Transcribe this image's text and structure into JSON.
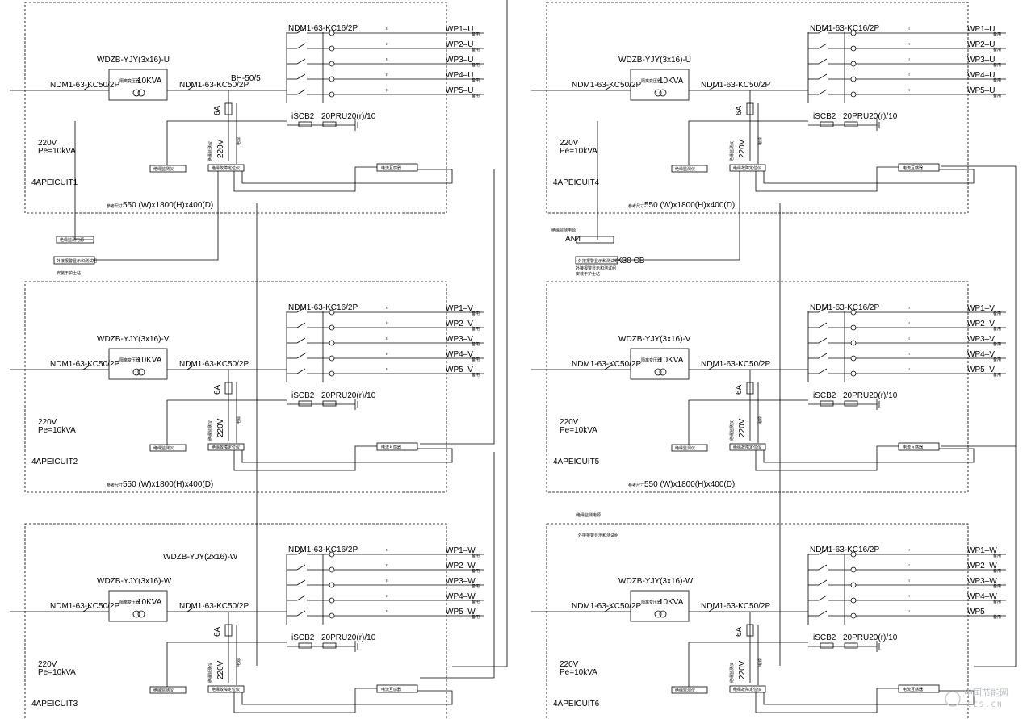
{
  "panels": [
    {
      "id": "p1",
      "panel_name": "4APEICUIT1",
      "cable": "WDZB-YJY(3x16)-U",
      "cable2": "",
      "phase": "U",
      "incoming_breaker": "NDM1-63-KC50/2P",
      "transformer": "10KVA",
      "transformer_small": "隔离变压器",
      "outgoing_breaker": "NDM1-63-KC50/2P",
      "branch_breaker": "NDM1-63-KC16/2P",
      "fuse": "6A",
      "ct": "BH-50/5",
      "voltage_label": "220V",
      "small_a": "绝缘监测仪",
      "small_b": "电源",
      "spd": "iSCB2 20PRU20(r)/10",
      "spd_a": "iSCB2",
      "spd_b": "20PRU20(r)/10",
      "voltage": "220V",
      "power": "Pe=10kVA",
      "size": "550 (W)x1800(H)x400(D)",
      "size_prefix": "参考尺寸",
      "circuits": [
        "WP1–U",
        "WP2–U",
        "WP3–U",
        "WP4–U",
        "WP5–U"
      ],
      "circuit_suffix": "备用",
      "box_a": "绝缘监测仪",
      "box_b": "绝缘故障定位仪",
      "box_c": "电流互感器"
    },
    {
      "id": "p2",
      "panel_name": "4APEICUIT2",
      "cable": "WDZB-YJY(3x16)-V",
      "cable2": "",
      "phase": "V",
      "incoming_breaker": "NDM1-63-KC50/2P",
      "transformer": "10KVA",
      "transformer_small": "隔离变压器",
      "outgoing_breaker": "NDM1-63-KC50/2P",
      "branch_breaker": "NDM1-63-KC16/2P",
      "fuse": "6A",
      "ct": "",
      "voltage_label": "220V",
      "small_a": "绝缘监测仪",
      "small_b": "电源",
      "spd": "iSCB2 20PRU20(r)/10",
      "spd_a": "iSCB2",
      "spd_b": "20PRU20(r)/10",
      "voltage": "220V",
      "power": "Pe=10kVA",
      "size": "550 (W)x1800(H)x400(D)",
      "size_prefix": "参考尺寸",
      "circuits": [
        "WP1–V",
        "WP2–V",
        "WP3–V",
        "WP4–V",
        "WP5–V"
      ],
      "circuit_suffix": "备用",
      "box_a": "绝缘监测仪",
      "box_b": "绝缘故障定位仪",
      "box_c": "电流互感器"
    },
    {
      "id": "p3",
      "panel_name": "4APEICUIT3",
      "cable": "WDZB-YJY(3x16)-W",
      "cable2": "WDZB-YJY(2x16)-W",
      "phase": "W",
      "incoming_breaker": "NDM1-63-KC50/2P",
      "transformer": "10KVA",
      "transformer_small": "隔离变压器",
      "outgoing_breaker": "NDM1-63-KC50/2P",
      "branch_breaker": "NDM1-63-KC16/2P",
      "fuse": "6A",
      "ct": "",
      "voltage_label": "220V",
      "small_a": "绝缘监测仪",
      "small_b": "电源",
      "spd": "iSCB2 20PRU20(r)/10",
      "spd_a": "iSCB2",
      "spd_b": "20PRU20(r)/10",
      "voltage": "220V",
      "power": "Pe=10kVA",
      "size": "550 (W)x1800(H)x400(D)",
      "size_prefix": "参考尺寸",
      "circuits": [
        "WP1–W",
        "WP2–W",
        "WP3–W",
        "WP4–W",
        "WP5–W"
      ],
      "circuit_suffix": "备用",
      "box_a": "绝缘监测仪",
      "box_b": "绝缘故障定位仪",
      "box_c": "电流互感器"
    },
    {
      "id": "p4",
      "panel_name": "4APEICUIT4",
      "cable": "WDZB-YJY(3x16)-U",
      "cable2": "",
      "phase": "U",
      "incoming_breaker": "NDM1-63-KC50/2P",
      "transformer": "10KVA",
      "transformer_small": "隔离变压器",
      "outgoing_breaker": "NDM1-63-KC50/2P",
      "branch_breaker": "NDM1-63-KC16/2P",
      "fuse": "6A",
      "ct": "",
      "voltage_label": "220V",
      "small_a": "绝缘监测仪",
      "small_b": "电源",
      "spd": "iSCB2 20PRU20(r)/10",
      "spd_a": "iSCB2",
      "spd_b": "20PRU20(r)/10",
      "voltage": "220V",
      "power": "Pe=10kVA",
      "size": "550 (W)x1800(H)x400(D)",
      "size_prefix": "参考尺寸",
      "circuits": [
        "WP1–U",
        "WP2–U",
        "WP3–U",
        "WP4–U",
        "WP5–U"
      ],
      "circuit_suffix": "备用",
      "box_a": "绝缘监测仪",
      "box_b": "绝缘故障定位仪",
      "box_c": "电流互感器"
    },
    {
      "id": "p5",
      "panel_name": "4APEICUIT5",
      "cable": "WDZB-YJY(3x16)-V",
      "cable2": "",
      "phase": "V",
      "incoming_breaker": "NDM1-63-KC50/2P",
      "transformer": "10KVA",
      "transformer_small": "隔离变压器",
      "outgoing_breaker": "NDM1-63-KC50/2P",
      "branch_breaker": "NDM1-63-KC16/2P",
      "fuse": "6A",
      "ct": "",
      "voltage_label": "220V",
      "small_a": "绝缘监测仪",
      "small_b": "电源",
      "spd": "iSCB2 20PRU20(r)/10",
      "spd_a": "iSCB2",
      "spd_b": "20PRU20(r)/10",
      "voltage": "220V",
      "power": "Pe=10kVA",
      "size": "550 (W)x1800(H)x400(D)",
      "size_prefix": "参考尺寸",
      "circuits": [
        "WP1–V",
        "WP2–V",
        "WP3–V",
        "WP4–V",
        "WP5–V"
      ],
      "circuit_suffix": "备用",
      "box_a": "绝缘监测仪",
      "box_b": "绝缘故障定位仪",
      "box_c": "电流互感器"
    },
    {
      "id": "p6",
      "panel_name": "4APEICUIT6",
      "cable": "WDZB-YJY(3x16)-W",
      "cable2": "",
      "phase": "W",
      "incoming_breaker": "NDM1-63-KC50/2P",
      "transformer": "10KVA",
      "transformer_small": "隔离变压器",
      "outgoing_breaker": "NDM1-63-KC50/2P",
      "branch_breaker": "NDM1-63-KC16/2P",
      "fuse": "6A",
      "ct": "",
      "voltage_label": "220V",
      "small_a": "绝缘监测仪",
      "small_b": "电源",
      "spd": "iSCB2 20PRU20(r)/10",
      "spd_a": "iSCB2",
      "spd_b": "20PRU20(r)/10",
      "voltage": "220V",
      "power": "Pe=10kVA",
      "size": "550 (W)x1800(H)x400(D)",
      "size_prefix": "参考尺寸",
      "circuits": [
        "WP1–W",
        "WP2–W",
        "WP3–W",
        "WP4–W",
        "WP5"
      ],
      "circuit_suffix": "备用",
      "box_a": "绝缘监测仪",
      "box_b": "绝缘故障定位仪",
      "box_c": "电流互感器"
    }
  ],
  "annotations": {
    "left_box_a": "绝缘监测电源",
    "left_box_b": "外接报警显示和测试组",
    "left_note": "安装于护士站",
    "right_box_a": "绝缘监测电源",
    "right_an": "AN4",
    "right_box_b": "外接报警显示和测试组",
    "right_cb": "K30 CB",
    "right_note_a": "外接报警显示和测试组",
    "right_note_b": "安装于护士站",
    "mid_note_a": "绝缘监测电源",
    "mid_note_b": "外接报警显示和测试组"
  },
  "watermark": {
    "cn": "中国节能网",
    "en": "CES.CN"
  }
}
